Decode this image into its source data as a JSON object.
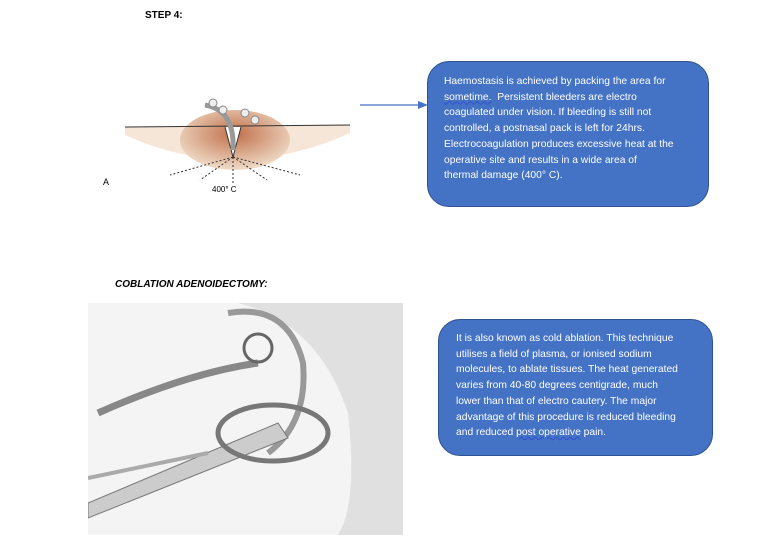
{
  "step4": {
    "heading": "STEP 4:",
    "figure": {
      "label": "A",
      "temperature": "400° C"
    },
    "box_lines": [
      "Haemostasis is achieved by packing the area for",
      [
        "sometime.",
        "  Persistent bleeders are electro"
      ],
      "coagulated under vision. If bleeding is still not",
      "controlled, a postnasal pack is left for 24hrs.",
      "Electrocoagulation produces excessive heat at the",
      "operative site and results in a wide area of",
      "thermal damage (400° C)."
    ]
  },
  "coblation": {
    "heading": "COBLATION ADENOIDECTOMY:",
    "box_lines": [
      "It is also known as cold ablation. This technique",
      "utilises a field of plasma, or ionised sodium",
      "molecules, to ablate tissues. The heat generated",
      "varies from 40-80 degrees centigrade, much",
      "lower than that of electro cautery. The major",
      "advantage of this procedure is reduced bleeding",
      [
        "and reduced ",
        "post operative",
        " pain."
      ]
    ]
  },
  "colors": {
    "box": "#4472c4",
    "arrow": "#4472c4"
  }
}
